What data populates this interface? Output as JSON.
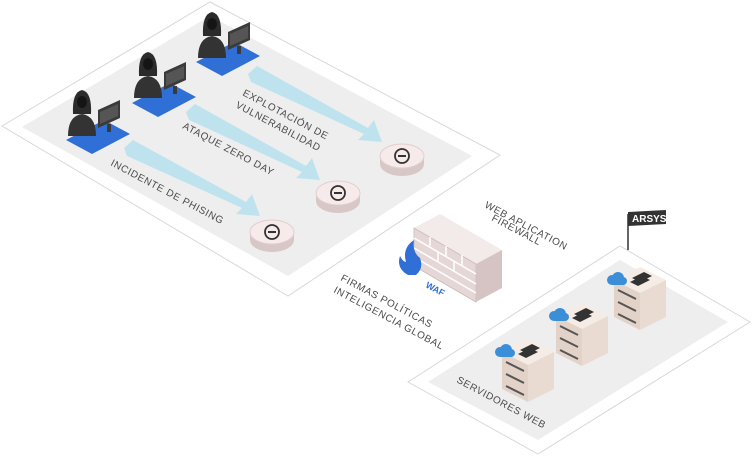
{
  "attacks": {
    "exploit_line1": "EXPLOTACIÓN DE",
    "exploit_line2": "VULNERABILIDAD",
    "zero_day": "ATAQUE ZERO DAY",
    "phishing": "INCIDENTE DE PHISING"
  },
  "firewall": {
    "title_line1": "WEB APLICATION",
    "title_line2": "FIREWALL",
    "waf_label": "WAF",
    "features_line1": "FIRMAS POLÍTICAS",
    "features_line2": "INTELIGENCIA GLOBAL"
  },
  "servers": {
    "label": "SERVIDORES WEB",
    "flag": "ARSYS"
  },
  "icons": {
    "attacker": "hooded-hacker-icon",
    "block": "block-icon",
    "firewall": "brick-wall-icon",
    "flame": "flame-icon",
    "server": "server-stack-icon",
    "cloud": "cloud-icon"
  },
  "colors": {
    "panel": "#ffffff",
    "panel_inner": "#eeeeee",
    "arrow": "#bfe3ee",
    "desk": "#2f6fd6",
    "block_top": "#f7eaea",
    "brick": "#e9dcdc",
    "server": "#f0e3dc",
    "flag": "#333333"
  }
}
